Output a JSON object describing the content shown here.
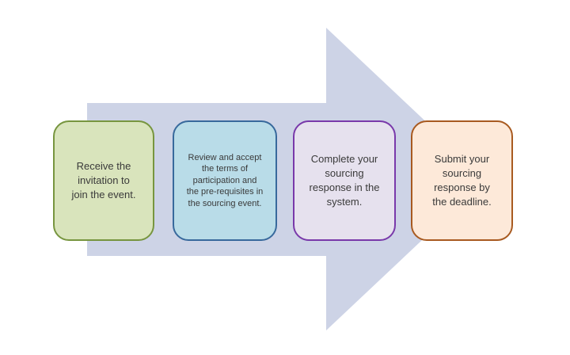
{
  "diagram": {
    "type": "process-flow",
    "arrow": {
      "direction": "right",
      "color": "#cdd3e6"
    },
    "text_color": "#3a3a3a",
    "steps": [
      {
        "id": 1,
        "text": "Receive the\ninvitation to\njoin the event.",
        "fill": "#d9e4bc",
        "border": "#77953f"
      },
      {
        "id": 2,
        "text": "Review and accept\nthe terms of\nparticipation and\nthe pre-requisites in\nthe sourcing event.",
        "fill": "#b9dce8",
        "border": "#38699c"
      },
      {
        "id": 3,
        "text": "Complete your\nsourcing\nresponse in the\nsystem.",
        "fill": "#e6e1ee",
        "border": "#7939aa"
      },
      {
        "id": 4,
        "text": "Submit your\nsourcing\nresponse by\nthe deadline.",
        "fill": "#fde9d9",
        "border": "#a85a20"
      }
    ]
  }
}
